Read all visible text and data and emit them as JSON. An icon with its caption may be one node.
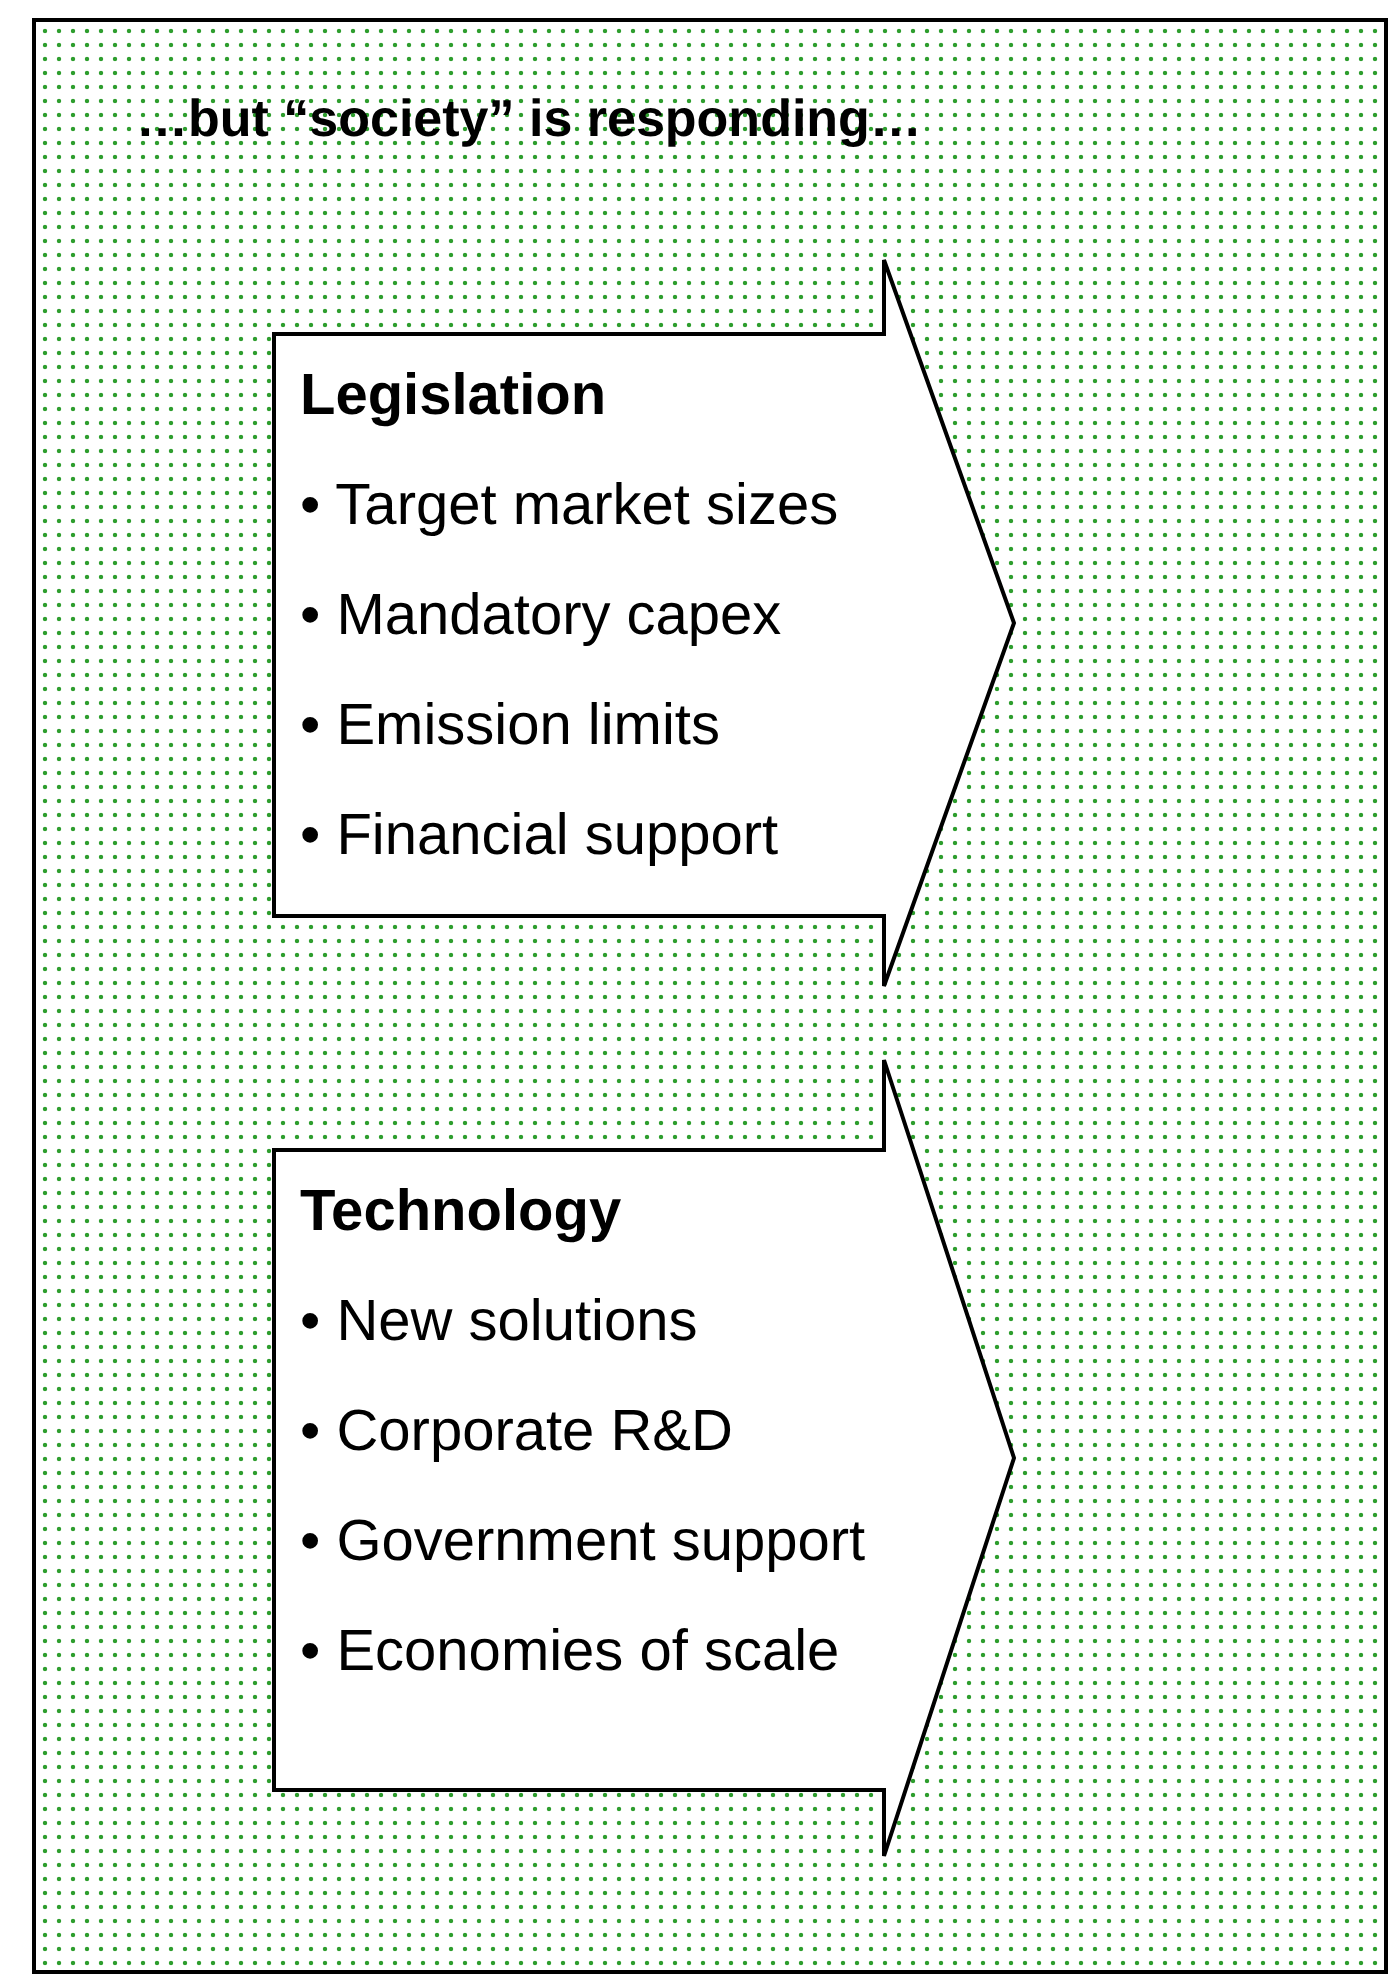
{
  "diagram": {
    "title": "…but “society” is responding…",
    "nodes": [
      {
        "text": [
          "Legislation",
          "• Target market sizes",
          "• Mandatory capex",
          "• Emission limits",
          "• Financial support"
        ]
      },
      {
        "text": [
          "Technology",
          "• New solutions",
          "• Corporate R&D",
          "• Government support",
          "• Economies of scale"
        ]
      }
    ]
  }
}
